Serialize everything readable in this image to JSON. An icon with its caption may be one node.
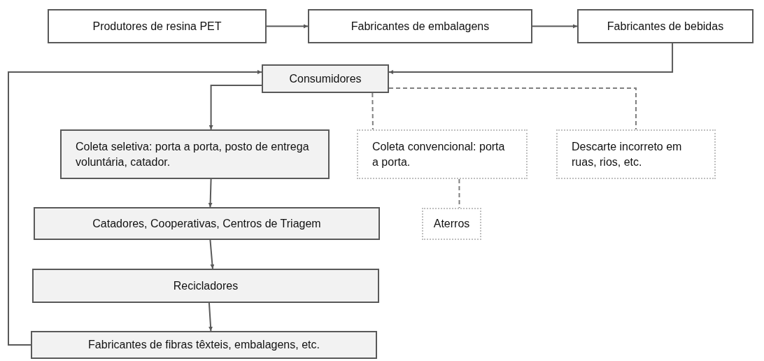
{
  "diagram": {
    "nodes": [
      {
        "text": [
          "Produtores de resina PET"
        ]
      },
      {
        "text": [
          "Fabricantes de embalagens"
        ]
      },
      {
        "text": [
          "Fabricantes de bebidas"
        ]
      },
      {
        "text": [
          "Consumidores"
        ]
      },
      {
        "text": [
          "Coleta seletiva: porta a porta, posto de entrega voluntária, catador."
        ]
      },
      {
        "text": [
          "Coleta convencional: porta a porta."
        ]
      },
      {
        "text": [
          "Descarte incorreto em ruas, rios, etc."
        ]
      },
      {
        "text": [
          "Aterros"
        ]
      },
      {
        "text": [
          "Catadores, Cooperativas, Centros de Triagem"
        ]
      },
      {
        "text": [
          "Recicladores"
        ]
      },
      {
        "text": [
          "Fabricantes de fibras têxteis, embalagens, etc."
        ]
      }
    ],
    "edges": [
      {
        "from": 0,
        "to": 1,
        "arrow": "to"
      },
      {
        "from": 1,
        "to": 2,
        "arrow": "to"
      },
      {
        "from": 2,
        "to": 3,
        "arrow": "to"
      },
      {
        "from": 3,
        "to": 4,
        "arrow": "to"
      },
      {
        "from": 3,
        "to": 5,
        "arrow": "none",
        "style": "dashed"
      },
      {
        "from": 3,
        "to": 6,
        "arrow": "none",
        "style": "dashed"
      },
      {
        "from": 5,
        "to": 7,
        "arrow": "none",
        "style": "dashed"
      },
      {
        "from": 4,
        "to": 8,
        "arrow": "to"
      },
      {
        "from": 8,
        "to": 9,
        "arrow": "to"
      },
      {
        "from": 9,
        "to": 10,
        "arrow": "to"
      },
      {
        "from": 10,
        "to": 3,
        "arrow": "to"
      }
    ]
  }
}
